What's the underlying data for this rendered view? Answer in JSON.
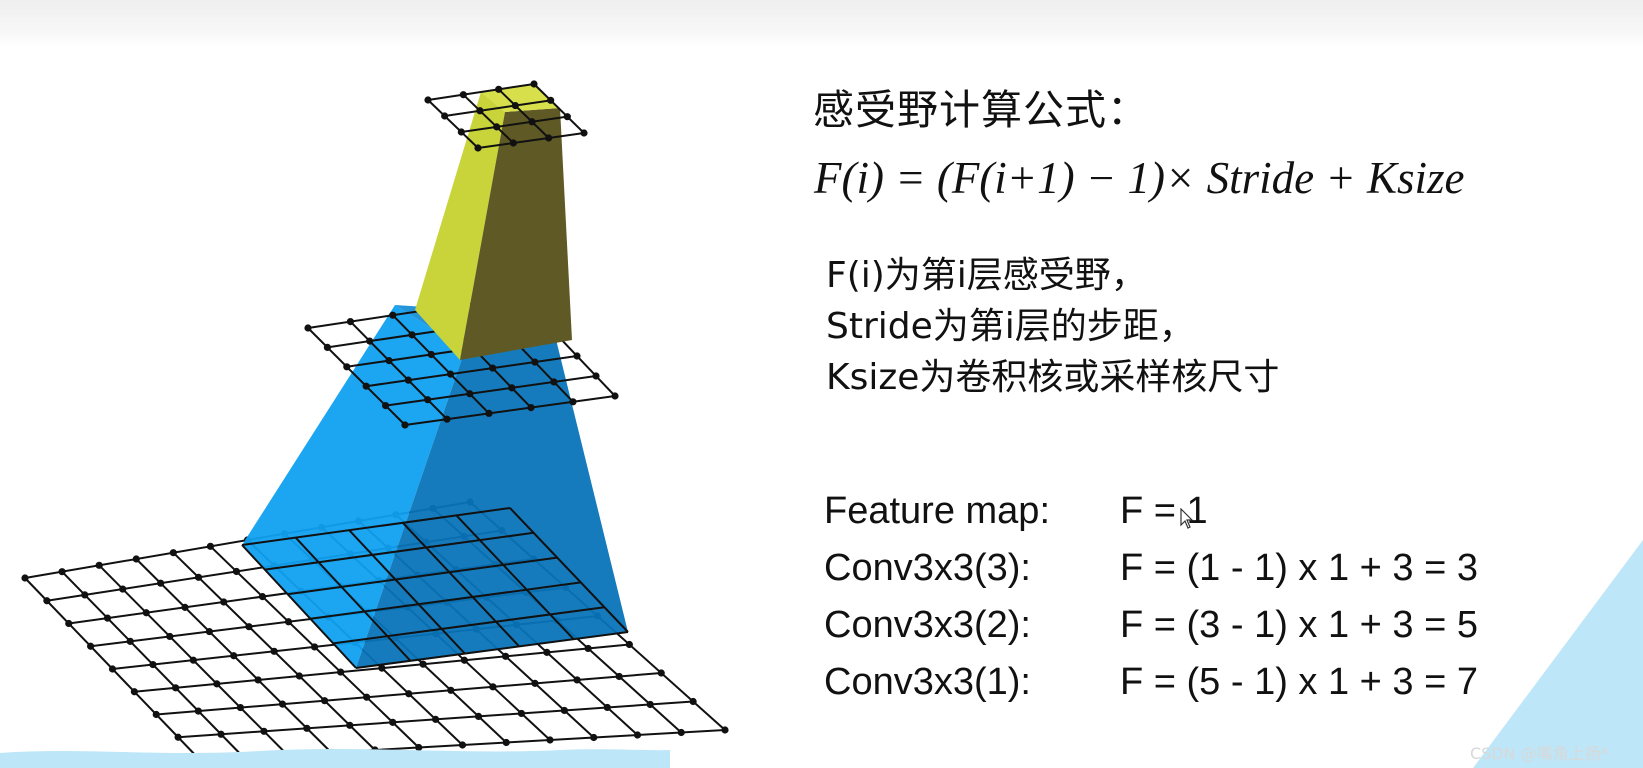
{
  "title": "感受野计算公式：",
  "formula": "F(i) = (F(i+1) − 1)× Stride + Ksize",
  "description": [
    "F(i)为第i层感受野，",
    "Stride为第i层的步距，",
    "Ksize为卷积核或采样核尺寸"
  ],
  "calculation": [
    {
      "label": "Feature map:",
      "equation": "F = 1"
    },
    {
      "label": "Conv3x3(3):",
      "equation": "F = (1 - 1) x 1 + 3 = 3"
    },
    {
      "label": "Conv3x3(2):",
      "equation": "F = (3 - 1) x 1 + 3 = 5"
    },
    {
      "label": "Conv3x3(1):",
      "equation": "F = (5 - 1) x 1 + 3 = 7"
    }
  ],
  "watermark": "CSDN @嘴角上扬*",
  "colors": {
    "yellow_light": "#c8d43a",
    "yellow_dark": "#5f5a25",
    "blue_light": "#10a0f0",
    "blue_dark": "#0a74b8",
    "grid_line": "#111111",
    "deco_light_blue": "#bde6f8"
  },
  "icons": {
    "cursor": "mouse-pointer-icon"
  }
}
